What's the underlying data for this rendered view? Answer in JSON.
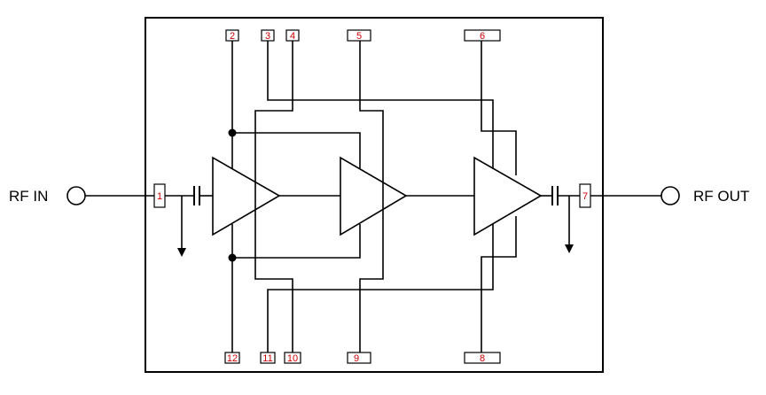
{
  "ports": {
    "rf_in": "RF IN",
    "rf_out": "RF OUT"
  },
  "pins": {
    "p1": "1",
    "p2": "2",
    "p3": "3",
    "p4": "4",
    "p5": "5",
    "p6": "6",
    "p7": "7",
    "p8": "8",
    "p9": "9",
    "p10": "10",
    "p11": "11",
    "p12": "12"
  },
  "colors": {
    "pin_label": "#cc0000",
    "line": "#000000"
  }
}
